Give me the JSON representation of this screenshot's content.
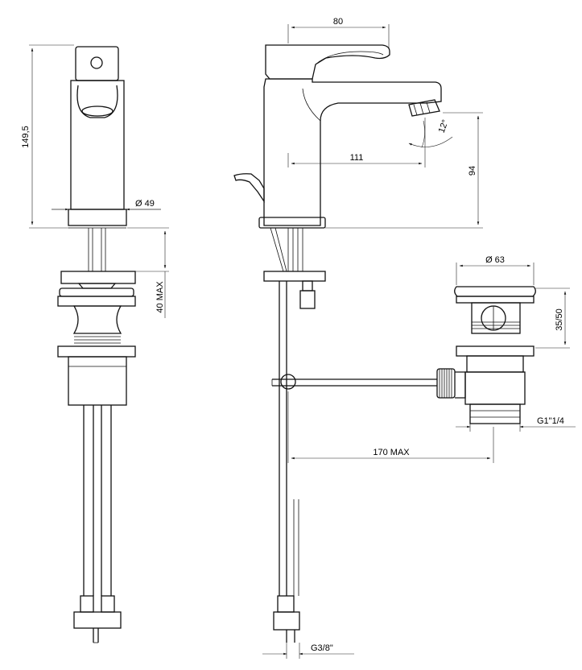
{
  "drawing": {
    "front_view": {
      "height_label": "149,5",
      "spout_diameter_label": "Ø 49",
      "thickness_label": "40 MAX"
    },
    "side_view": {
      "width_label": "80",
      "reach_label": "111",
      "angle_label": "12°",
      "spout_height_label": "94",
      "connection_label": "G3/8\""
    },
    "waste_view": {
      "diameter_label": "Ø 63",
      "height_label": "35/50",
      "thread_label": "G1\"1/4",
      "reach_label": "170 MAX"
    }
  }
}
